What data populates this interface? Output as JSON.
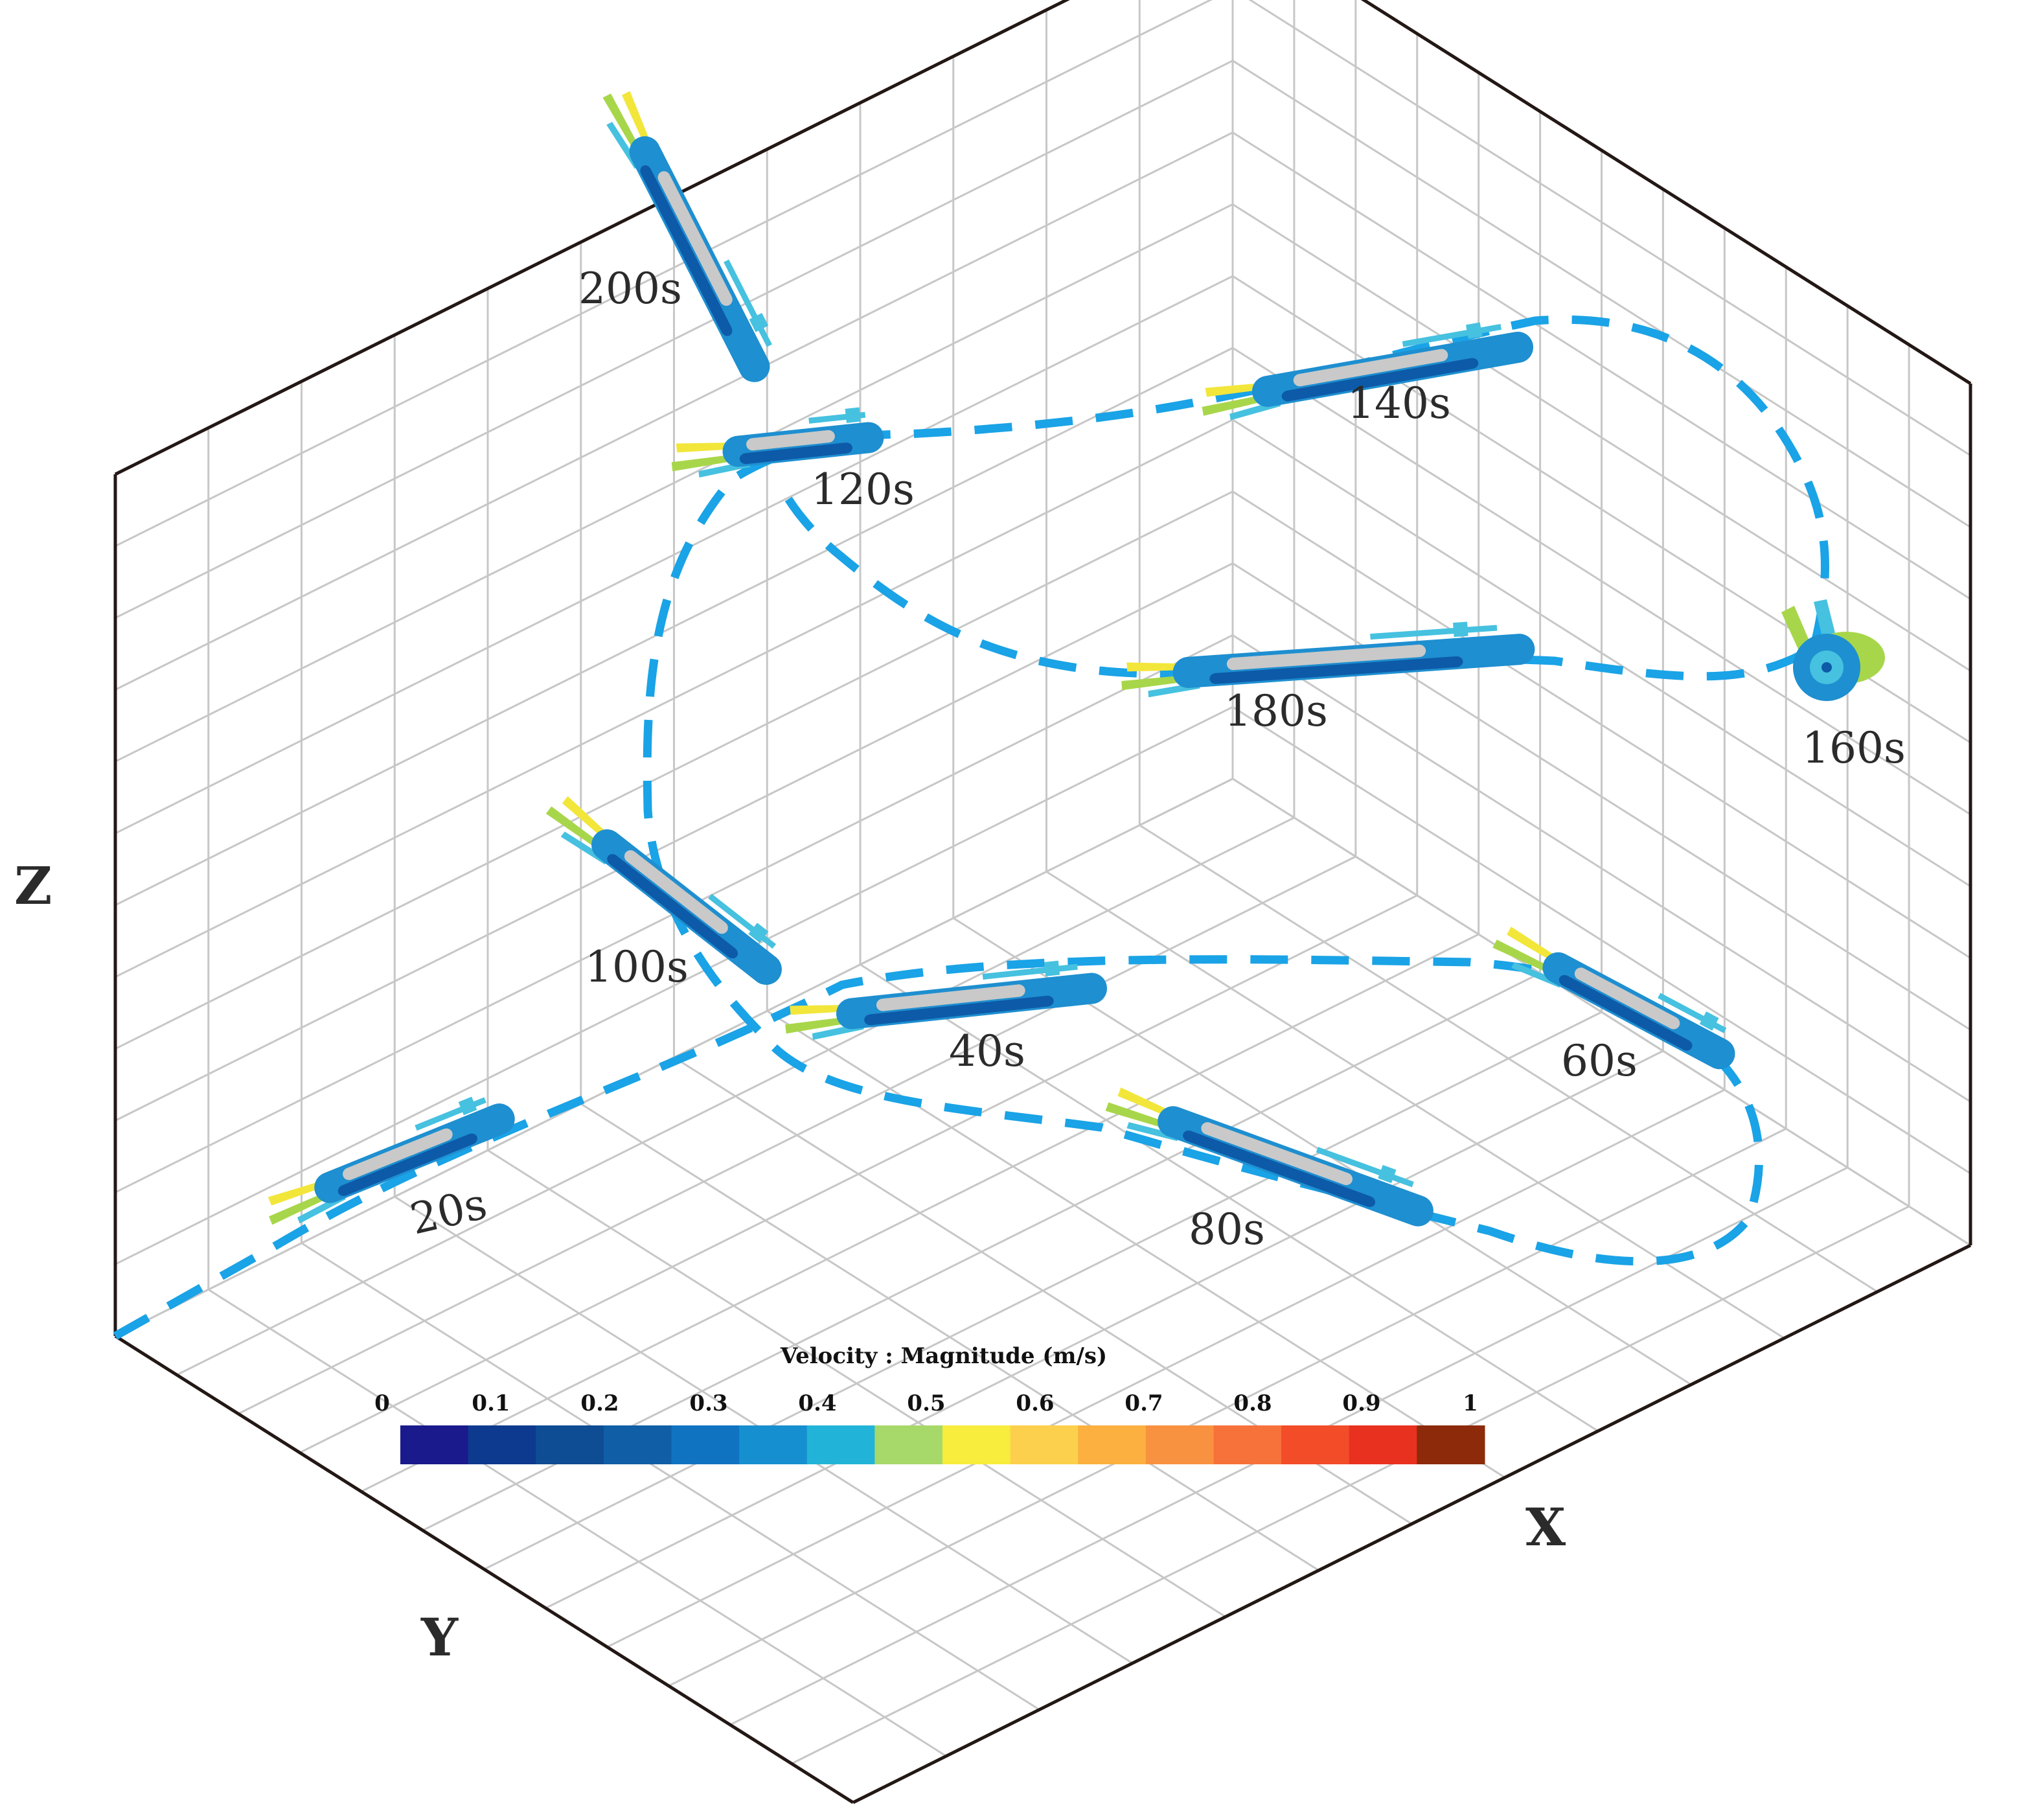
{
  "axes": {
    "x_label": "X",
    "y_label": "Y",
    "z_label": "Z"
  },
  "time_labels": [
    "20s",
    "40s",
    "60s",
    "80s",
    "100s",
    "120s",
    "140s",
    "160s",
    "180s",
    "200s"
  ],
  "colorbar": {
    "title": "Velocity : Magnitude (m/s)",
    "ticks": [
      "0",
      "0.1",
      "0.2",
      "0.3",
      "0.4",
      "0.5",
      "0.6",
      "0.7",
      "0.8",
      "0.9",
      "1"
    ],
    "colors": [
      "#1a1a8c",
      "#0d3a8f",
      "#0e4c94",
      "#0f5ea6",
      "#1073c2",
      "#168fd0",
      "#22b4d8",
      "#a6d96a",
      "#f8ec3c",
      "#fcd04c",
      "#fbb040",
      "#f99240",
      "#f7713a",
      "#f24c28",
      "#e8311e",
      "#8c2a0a"
    ]
  },
  "trajectory_color": "#1aa3e6",
  "vehicle_colors": {
    "body": "#1e8fd0",
    "dark": "#0d5aa8",
    "light": "#46c1e0",
    "hull": "#c9c9c9",
    "fin": "#f2e63a",
    "fin2": "#a8d64a"
  }
}
